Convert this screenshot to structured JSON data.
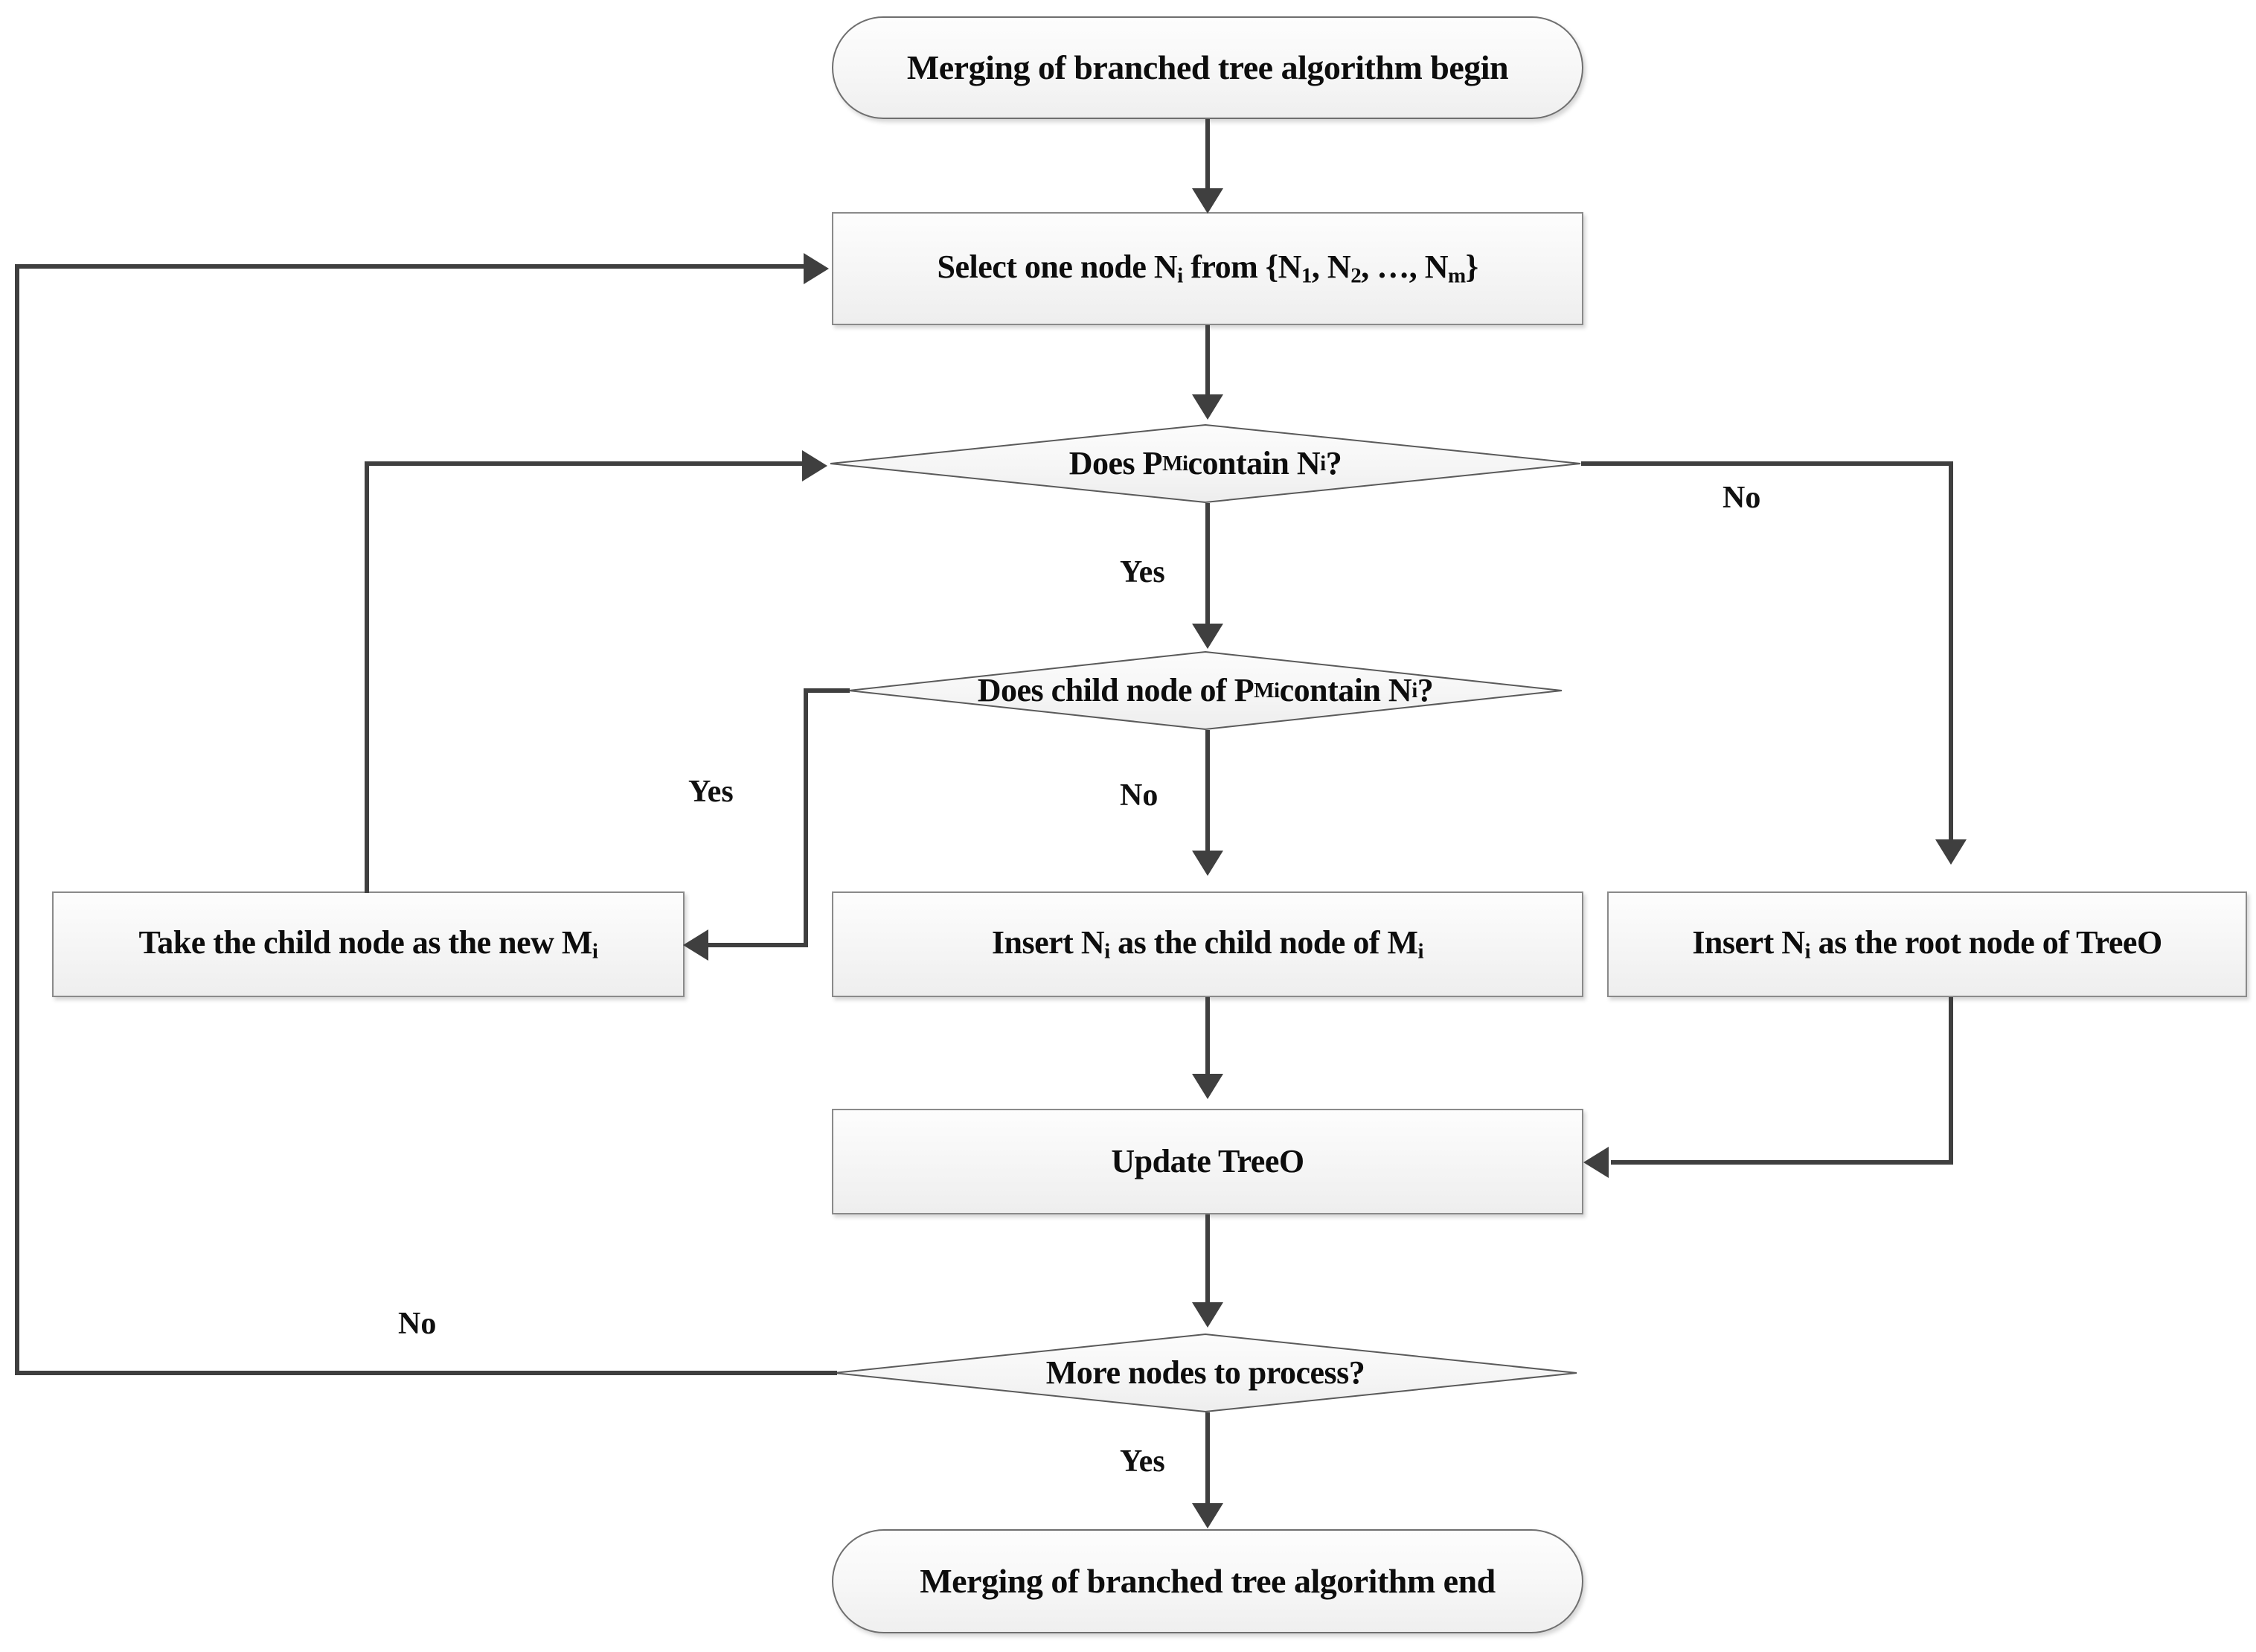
{
  "diagram": {
    "title": "Merging of branched tree algorithm flowchart",
    "colors": {
      "node_border": "#8a8a8a",
      "terminator_border": "#6f6f6f",
      "node_fill_top": "#fdfdfd",
      "node_fill_bottom": "#eeeeee",
      "connector": "#3f3f3f",
      "text": "#0d0d0d",
      "background": "#ffffff"
    },
    "nodes": {
      "start": {
        "type": "terminator",
        "text": "Merging of branched tree algorithm begin"
      },
      "select_node": {
        "type": "process",
        "text_parts": [
          {
            "t": "Select one node N"
          },
          {
            "sub": "i"
          },
          {
            "t": " from {N"
          },
          {
            "sub": "1"
          },
          {
            "t": ", N"
          },
          {
            "sub": "2"
          },
          {
            "t": ", …, N"
          },
          {
            "sub": "m"
          },
          {
            "t": "}"
          }
        ]
      },
      "decision_contains": {
        "type": "decision",
        "text_parts": [
          {
            "t": "Does P"
          },
          {
            "sub": "Mi"
          },
          {
            "t": " contain N"
          },
          {
            "sub": "i"
          },
          {
            "t": "?"
          }
        ]
      },
      "decision_child_contains": {
        "type": "decision",
        "text_parts": [
          {
            "t": "Does  child node of P"
          },
          {
            "sub": "Mi"
          },
          {
            "t": " contain N"
          },
          {
            "sub": "i"
          },
          {
            "t": "?"
          }
        ]
      },
      "take_child": {
        "type": "process",
        "text_parts": [
          {
            "t": "Take the child node as the new M"
          },
          {
            "sub": "i"
          }
        ]
      },
      "insert_child": {
        "type": "process",
        "text_parts": [
          {
            "t": "Insert N"
          },
          {
            "sub": "i"
          },
          {
            "t": " as the child node of M"
          },
          {
            "sub": "i"
          }
        ]
      },
      "insert_root": {
        "type": "process",
        "text_parts": [
          {
            "t": "Insert N"
          },
          {
            "sub": "i"
          },
          {
            "t": " as the root node of TreeO"
          }
        ]
      },
      "update_tree": {
        "type": "process",
        "text": "Update TreeO"
      },
      "decision_more_nodes": {
        "type": "decision",
        "text": "More nodes to process?"
      },
      "end": {
        "type": "terminator",
        "text": "Merging of branched tree algorithm end"
      }
    },
    "edge_labels": {
      "contains_yes": "Yes",
      "contains_no": "No",
      "child_yes": "Yes",
      "child_no": "No",
      "more_no": "No",
      "more_yes": "Yes"
    }
  }
}
